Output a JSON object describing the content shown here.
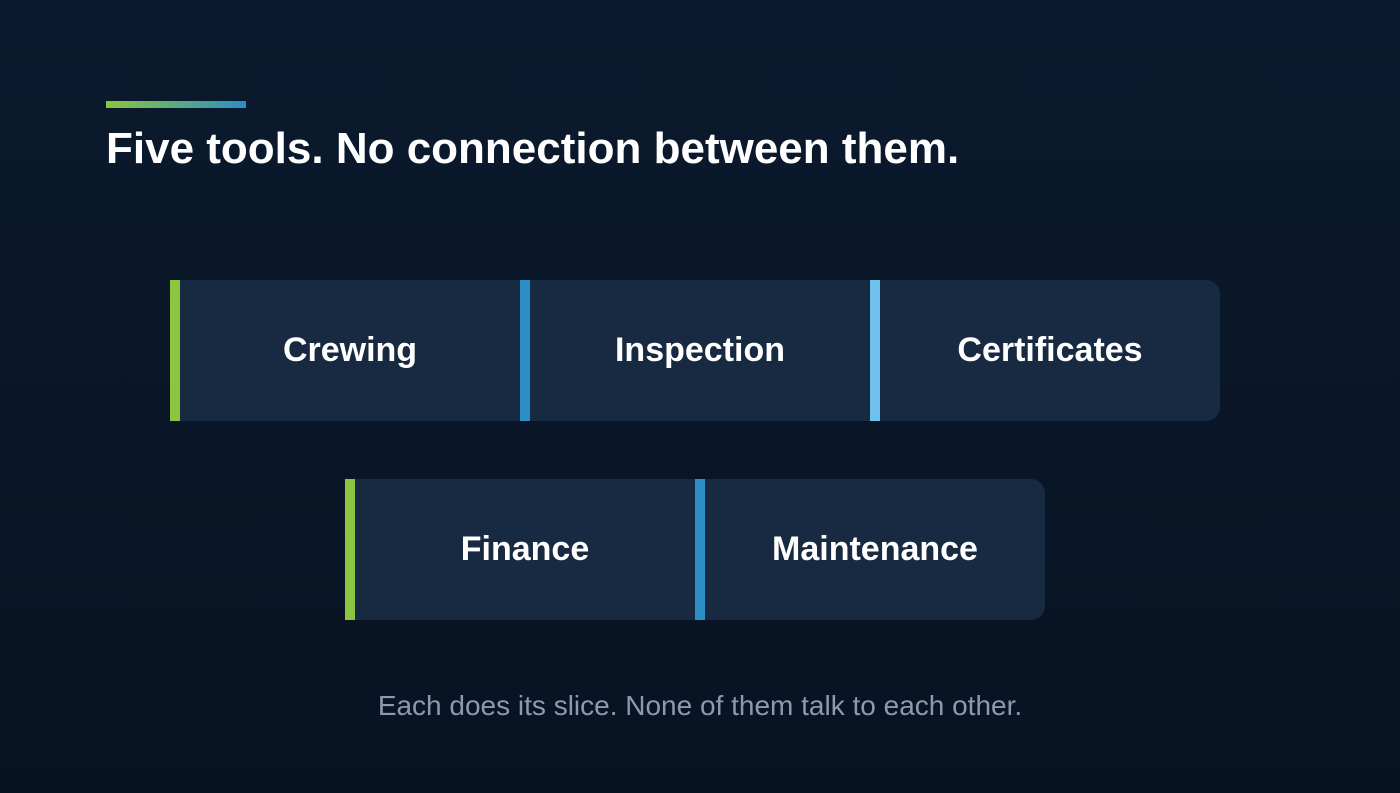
{
  "slide": {
    "title": "Five tools. No connection between them.",
    "caption": "Each does its slice. None of them talk to each other."
  },
  "tools": {
    "row1": [
      {
        "label": "Crewing",
        "accent": "#8cc63f"
      },
      {
        "label": "Inspection",
        "accent": "#2b8ec4"
      },
      {
        "label": "Certificates",
        "accent": "#6fc0ec"
      }
    ],
    "row2": [
      {
        "label": "Finance",
        "accent": "#8cc63f"
      },
      {
        "label": "Maintenance",
        "accent": "#2b8ec4"
      }
    ]
  },
  "colors": {
    "background": "#0b1a2e",
    "card": "#172a42",
    "title_text": "#ffffff",
    "caption_text": "#8a9bb1",
    "accent_gradient_start": "#8cc63f",
    "accent_gradient_end": "#2b8ec4"
  }
}
